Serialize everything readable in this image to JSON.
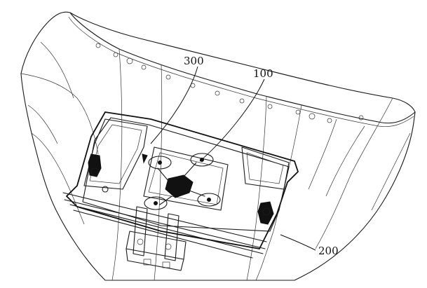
{
  "figure": {
    "labels": [
      {
        "id": "ref-300",
        "text": "300"
      },
      {
        "id": "ref-100",
        "text": "100"
      },
      {
        "id": "ref-200",
        "text": "200"
      }
    ]
  }
}
